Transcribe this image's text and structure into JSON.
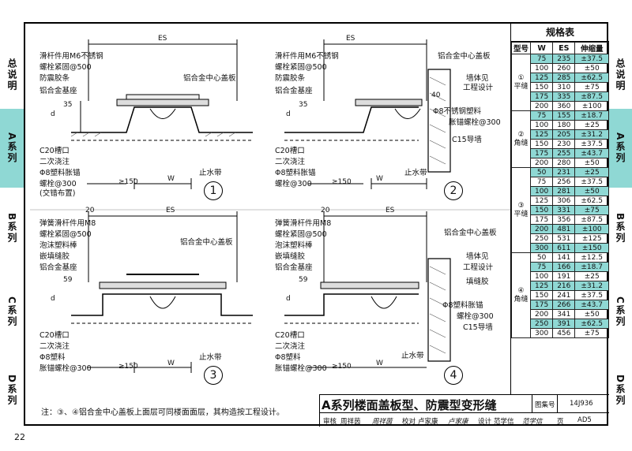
{
  "sidebar_left": [
    {
      "label": "总说明",
      "active": false
    },
    {
      "label": "A系列",
      "active": true
    },
    {
      "label": "B系列",
      "active": false
    },
    {
      "label": "C系列",
      "active": false
    },
    {
      "label": "D系列",
      "active": false
    }
  ],
  "sidebar_right": [
    {
      "label": "总说明",
      "active": false
    },
    {
      "label": "A系列",
      "active": true
    },
    {
      "label": "B系列",
      "active": false
    },
    {
      "label": "C系列",
      "active": false
    },
    {
      "label": "D系列",
      "active": false
    }
  ],
  "drawings": {
    "d1": {
      "number": "1",
      "dim_top": "ES",
      "dim_w": "W",
      "dim_150": "≥150",
      "dim_d": "d",
      "dim_35": "35",
      "labels": [
        "滑杆件用M6不锈钢",
        "螺栓紧固@500",
        "防震胶条",
        "铝合金基座",
        "C20槽口",
        "二次浇注",
        "Φ8塑料胀锚",
        "螺栓@300",
        "(交错布置)"
      ],
      "center_plate": "铝合金中心盖板",
      "waterstop": "止水带"
    },
    "d2": {
      "number": "2",
      "dim_top": "ES",
      "dim_w": "W",
      "dim_150": "≥150",
      "dim_d": "d",
      "dim_35": "35",
      "dim_40": "40",
      "labels": [
        "滑杆件用M6不锈钢",
        "螺栓紧固@500",
        "防震胶条",
        "铝合金基座",
        "C20槽口",
        "二次浇注",
        "Φ8塑料胀锚",
        "螺栓@300"
      ],
      "center_plate": "铝合金中心盖板",
      "wall1": "墙体见",
      "wall2": "工程设计",
      "stainless": "Φ8不锈钢塑料",
      "anchor": "胀锚螺栓@300",
      "guide": "C15导墙",
      "waterstop": "止水带"
    },
    "d3": {
      "number": "3",
      "dim_top": "ES",
      "dim_20": "20",
      "dim_w": "W",
      "dim_150": "≥150",
      "dim_d": "d",
      "dim_59": "59",
      "labels": [
        "弹簧滑杆件用M8",
        "螺栓紧固@500",
        "泡沫塑料棒",
        "嵌填缝胶",
        "铝合金基座",
        "C20槽口",
        "二次浇注",
        "Φ8塑料",
        "胀锚螺栓@300"
      ],
      "center_plate": "铝合金中心盖板",
      "waterstop": "止水带"
    },
    "d4": {
      "number": "4",
      "dim_top": "ES",
      "dim_20": "20",
      "dim_w": "W",
      "dim_150": "≥150",
      "dim_d": "d",
      "dim_59": "59",
      "labels": [
        "弹簧滑杆件用M8",
        "螺栓紧固@500",
        "泡沫塑料棒",
        "嵌填缝胶",
        "铝合金基座",
        "C20槽口",
        "二次浇注",
        "Φ8塑料",
        "胀锚螺栓@300"
      ],
      "center_plate": "铝合金中心盖板",
      "wall1": "墙体见",
      "wall2": "工程设计",
      "sealant": "填缝胶",
      "stainless": "Φ8塑料胀锚",
      "anchor": "螺栓@300",
      "guide": "C15导墙",
      "waterstop": "止水带"
    }
  },
  "spec_table": {
    "title": "规格表",
    "headers": [
      "型号",
      "W",
      "ES",
      "伸缩量"
    ],
    "groups": [
      {
        "num": "①",
        "name": "平缝",
        "rows": [
          {
            "w": "75",
            "es": "235",
            "amt": "±37.5",
            "hl": true
          },
          {
            "w": "100",
            "es": "260",
            "amt": "±50",
            "hl": false
          },
          {
            "w": "125",
            "es": "285",
            "amt": "±62.5",
            "hl": true
          },
          {
            "w": "150",
            "es": "310",
            "amt": "±75",
            "hl": false
          },
          {
            "w": "175",
            "es": "335",
            "amt": "±87.5",
            "hl": true
          },
          {
            "w": "200",
            "es": "360",
            "amt": "±100",
            "hl": false
          }
        ]
      },
      {
        "num": "②",
        "name": "角缝",
        "rows": [
          {
            "w": "75",
            "es": "155",
            "amt": "±18.7",
            "hl": true
          },
          {
            "w": "100",
            "es": "180",
            "amt": "±25",
            "hl": false
          },
          {
            "w": "125",
            "es": "205",
            "amt": "±31.2",
            "hl": true
          },
          {
            "w": "150",
            "es": "230",
            "amt": "±37.5",
            "hl": false
          },
          {
            "w": "175",
            "es": "255",
            "amt": "±43.7",
            "hl": true
          },
          {
            "w": "200",
            "es": "280",
            "amt": "±50",
            "hl": false
          }
        ]
      },
      {
        "num": "③",
        "name": "平缝",
        "rows": [
          {
            "w": "50",
            "es": "231",
            "amt": "±25",
            "hl": true
          },
          {
            "w": "75",
            "es": "256",
            "amt": "±37.5",
            "hl": false
          },
          {
            "w": "100",
            "es": "281",
            "amt": "±50",
            "hl": true
          },
          {
            "w": "125",
            "es": "306",
            "amt": "±62.5",
            "hl": false
          },
          {
            "w": "150",
            "es": "331",
            "amt": "±75",
            "hl": true
          },
          {
            "w": "175",
            "es": "356",
            "amt": "±87.5",
            "hl": false
          },
          {
            "w": "200",
            "es": "481",
            "amt": "±100",
            "hl": true
          },
          {
            "w": "250",
            "es": "531",
            "amt": "±125",
            "hl": false
          },
          {
            "w": "300",
            "es": "611",
            "amt": "±150",
            "hl": true
          }
        ]
      },
      {
        "num": "④",
        "name": "角缝",
        "rows": [
          {
            "w": "50",
            "es": "141",
            "amt": "±12.5",
            "hl": false
          },
          {
            "w": "75",
            "es": "166",
            "amt": "±18.7",
            "hl": true
          },
          {
            "w": "100",
            "es": "191",
            "amt": "±25",
            "hl": false
          },
          {
            "w": "125",
            "es": "216",
            "amt": "±31.2",
            "hl": true
          },
          {
            "w": "150",
            "es": "241",
            "amt": "±37.5",
            "hl": false
          },
          {
            "w": "175",
            "es": "266",
            "amt": "±43.7",
            "hl": true
          },
          {
            "w": "200",
            "es": "341",
            "amt": "±50",
            "hl": false
          },
          {
            "w": "250",
            "es": "391",
            "amt": "±62.5",
            "hl": true
          },
          {
            "w": "300",
            "es": "456",
            "amt": "±75",
            "hl": false
          }
        ]
      }
    ]
  },
  "footnote": "注：③、④铝合金中心盖板上面层可同楼面面层，其构造按工程设计。",
  "title_block": {
    "title": "A系列楼面盖板型、防震型变形缝",
    "atlas_label": "图集号",
    "atlas_no": "14J936",
    "review": "审核",
    "reviewer": "周祥茵",
    "reviewer_sig": "周祥茵",
    "check": "校对",
    "checker": "卢家康",
    "checker_sig": "卢家康",
    "design": "设计",
    "designer": "范学信",
    "designer_sig": "范学信",
    "page_label": "页",
    "page_no": "AD5"
  },
  "page_number": "22",
  "colors": {
    "highlight": "#8fd8d4",
    "line": "#000000"
  }
}
